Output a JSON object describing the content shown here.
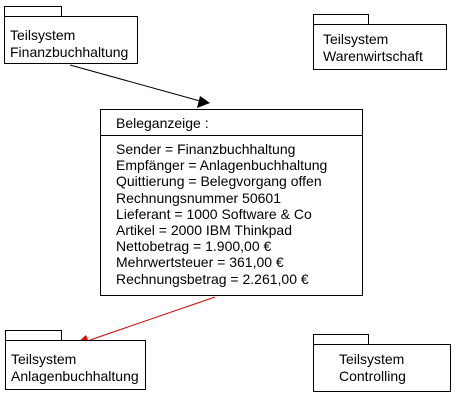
{
  "packages": {
    "finanzbuchhaltung": {
      "line1": "Teilsystem",
      "line2": "Finanzbuchhaltung"
    },
    "warenwirtschaft": {
      "line1": "Teilsystem",
      "line2": "Warenwirtschaft"
    },
    "anlagenbuchhaltung": {
      "line1": "Teilsystem",
      "line2": "Anlagenbuchhaltung"
    },
    "controlling": {
      "line1": "Teilsystem",
      "line2": "Controlling"
    }
  },
  "object": {
    "title": "Beleganzeige :",
    "attributes": [
      "Sender = Finanzbuchhaltung",
      "Empfänger = Anlagenbuchhaltung",
      "Quittierung = Belegvorgang offen",
      "Rechnungsnummer 50601",
      "Lieferant = 1000 Software & Co",
      "Artikel = 2000 IBM Thinkpad",
      "Nettobetrag = 1.900,00 €",
      "Mehrwertsteuer =  361,00 €",
      "Rechnungsbetrag = 2.261,00 €"
    ]
  },
  "colors": {
    "arrow_in": "#000000",
    "arrow_out": "#e00000"
  }
}
